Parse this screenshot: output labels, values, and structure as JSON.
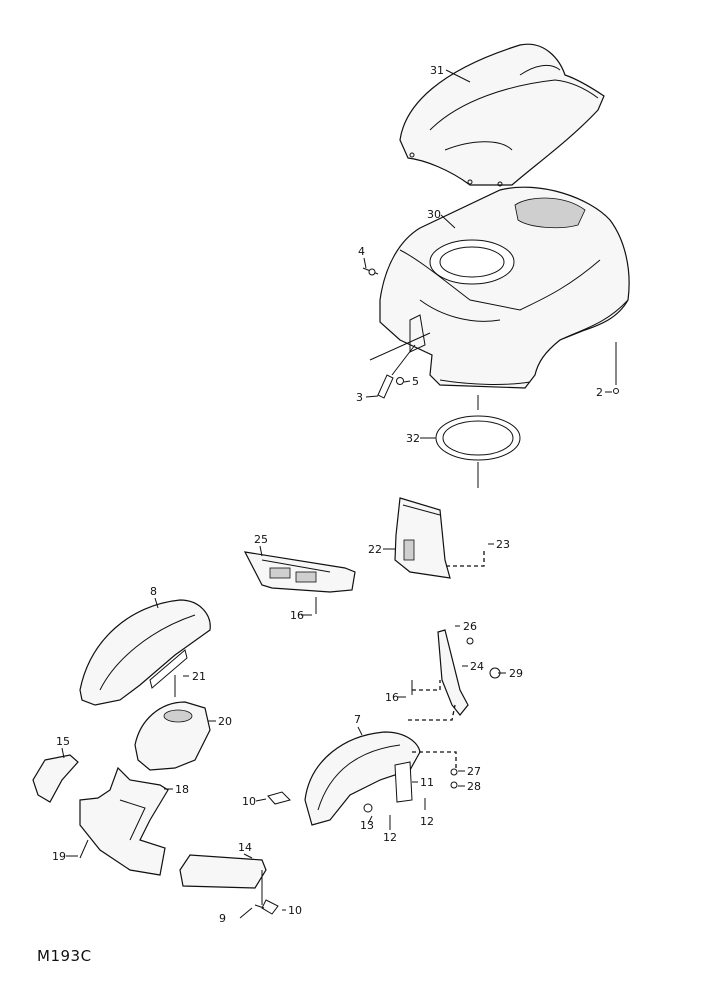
{
  "diagram_code": "M193C",
  "callouts": [
    "31",
    "30",
    "4",
    "5",
    "3",
    "2",
    "32",
    "25",
    "22",
    "23",
    "16",
    "8",
    "21",
    "20",
    "15",
    "18",
    "19",
    "26",
    "24",
    "29",
    "16",
    "7",
    "27",
    "28",
    "11",
    "10",
    "13",
    "12",
    "12",
    "14",
    "9",
    "10"
  ]
}
